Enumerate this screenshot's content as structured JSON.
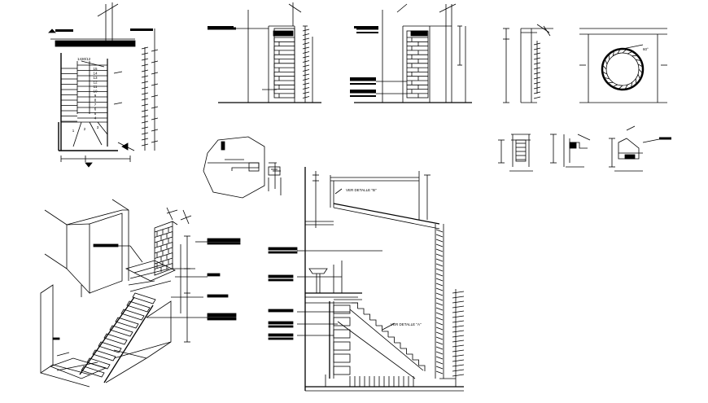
{
  "drawing": {
    "title": "",
    "plan": {
      "dimension_label": "1430/12",
      "step_numbers": [
        "15",
        "14",
        "13",
        "12",
        "11",
        "10",
        "9",
        "8",
        "7",
        "6",
        "5",
        "4",
        "3",
        "2",
        "1"
      ]
    },
    "detail_b_label": "VER DETALLE \"B\"",
    "detail_a_label": "VER DETALLE \"A\"",
    "circle_detail": {
      "angle_label": "60°"
    },
    "colors": {
      "ink": "#000000",
      "background": "#ffffff"
    }
  }
}
